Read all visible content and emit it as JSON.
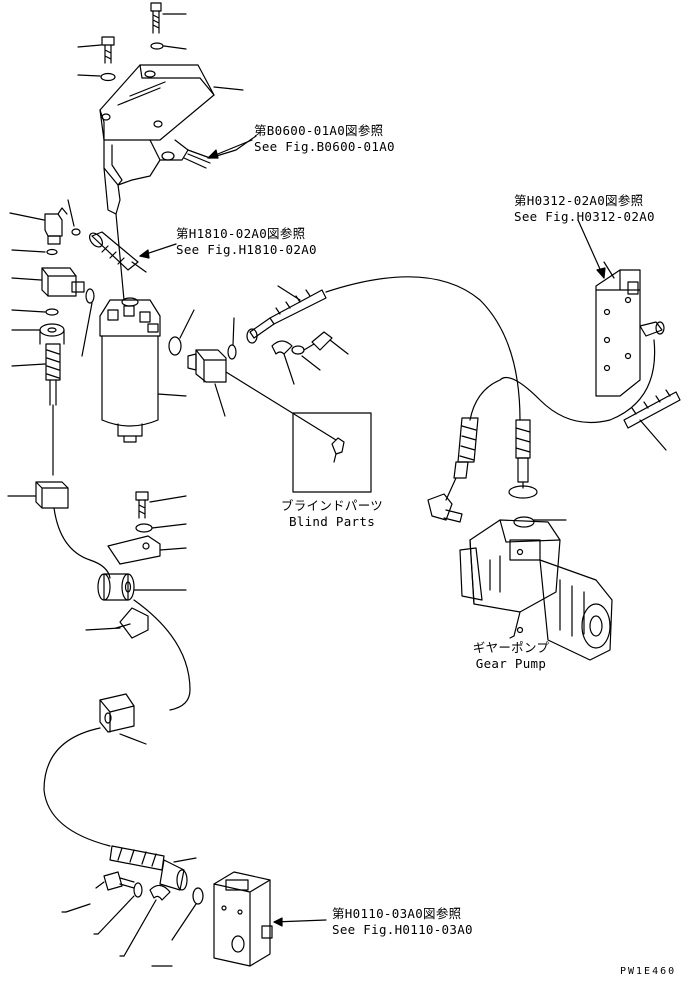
{
  "references": {
    "b0600": {
      "jp": "第B0600-01A0図参照",
      "en": "See Fig.B0600-01A0"
    },
    "h1810": {
      "jp": "第H1810-02A0図参照",
      "en": "See Fig.H1810-02A0"
    },
    "h0312": {
      "jp": "第H0312-02A0図参照",
      "en": "See Fig.H0312-02A0"
    },
    "h0110": {
      "jp": "第H0110-03A0図参照",
      "en": "See Fig.H0110-03A0"
    }
  },
  "blind_parts": {
    "jp": "ブラインドパーツ",
    "en": "Blind Parts"
  },
  "gear_pump": {
    "jp": "ギヤーポンプ",
    "en": "Gear Pump"
  },
  "drawing_code": "PW1E460"
}
